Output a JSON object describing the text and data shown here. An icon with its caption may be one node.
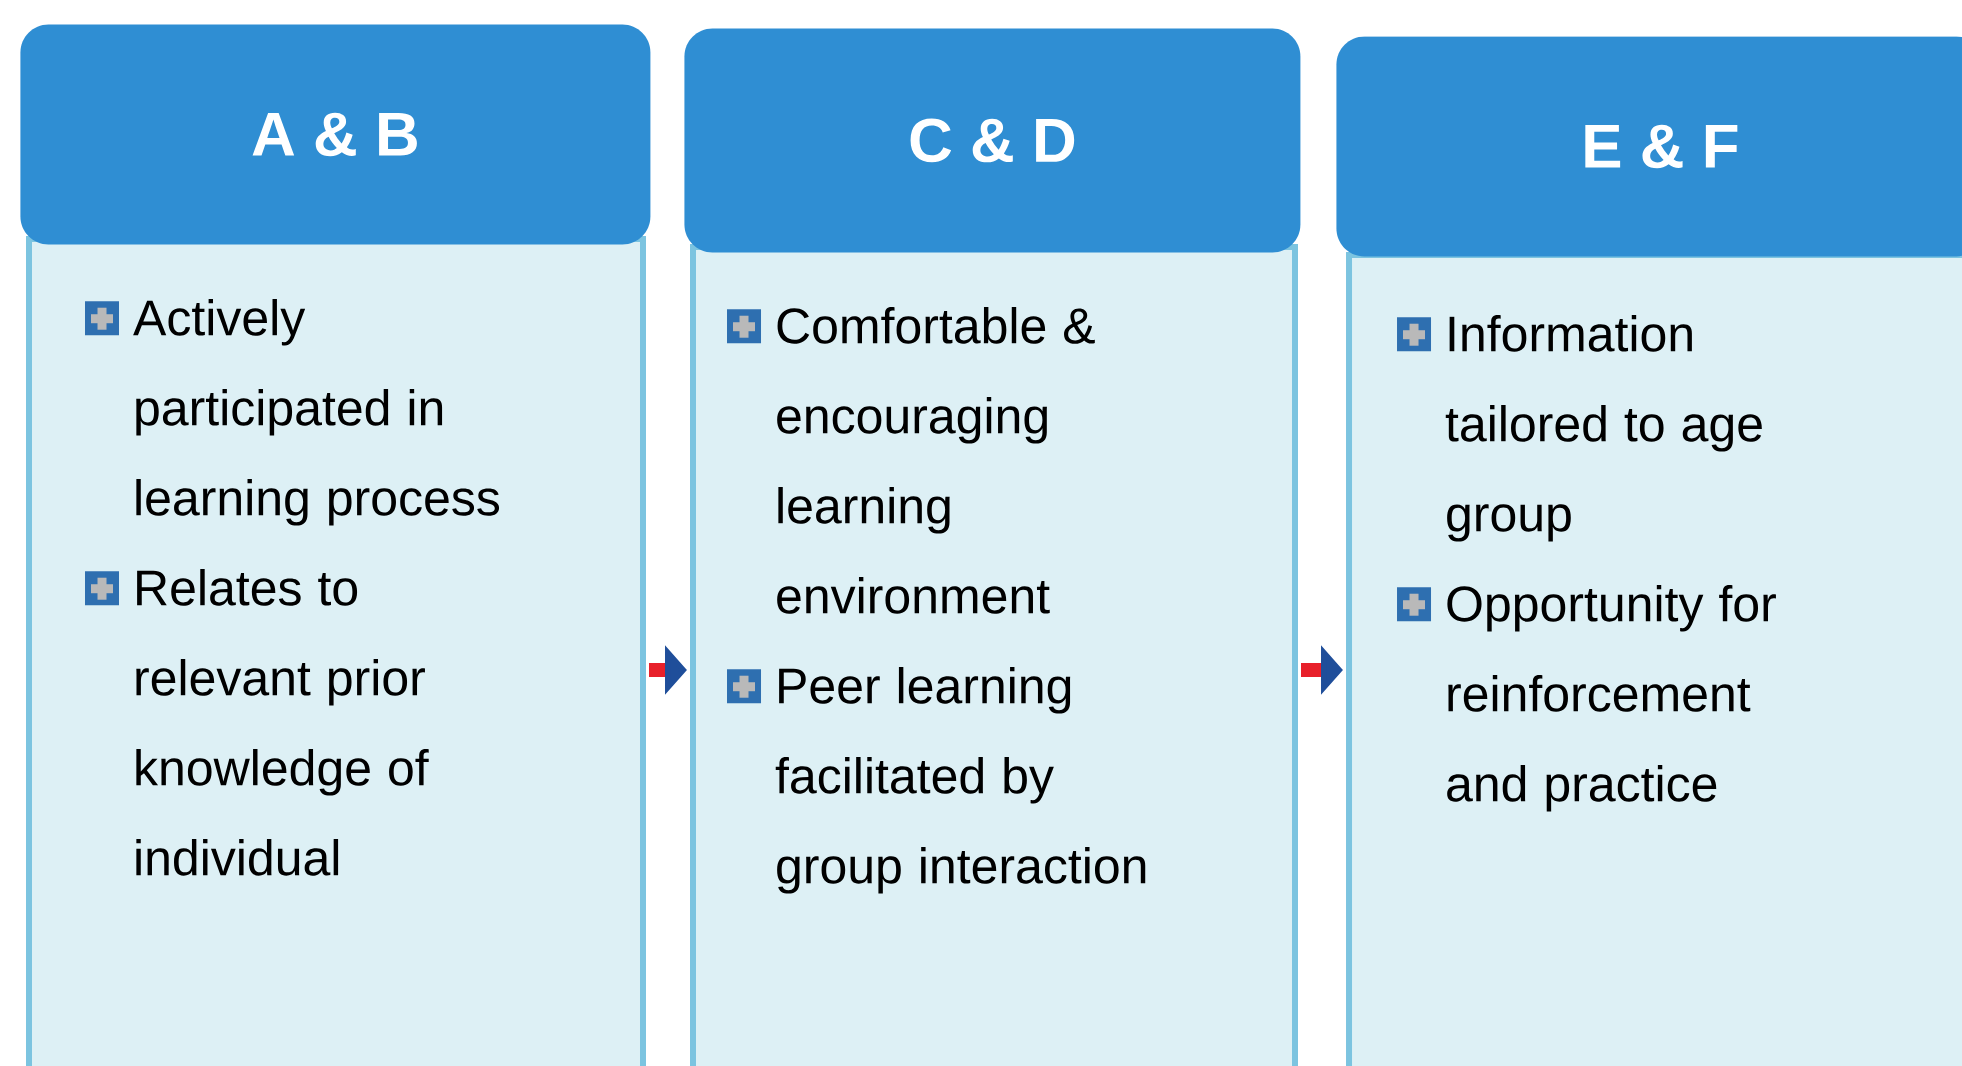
{
  "diagram": {
    "nodes": [
      {
        "text": [
          "A & B"
        ]
      },
      {
        "text": [
          "Actively participated in learning process",
          "Relates to relevant prior knowledge of individual"
        ]
      },
      {
        "text": [
          "C & D"
        ]
      },
      {
        "text": [
          "Comfortable & encouraging learning environment",
          "Peer learning facilitated by group interaction"
        ]
      },
      {
        "text": [
          "E & F"
        ]
      },
      {
        "text": [
          "Information tailored to age group",
          "Opportunity for reinforcement and practice"
        ]
      }
    ],
    "edges": [
      {
        "from": 1,
        "to": 3,
        "arrow": "to",
        "color": "#e8202a"
      },
      {
        "from": 3,
        "to": 5,
        "arrow": "to",
        "color": "#e8202a"
      }
    ]
  }
}
